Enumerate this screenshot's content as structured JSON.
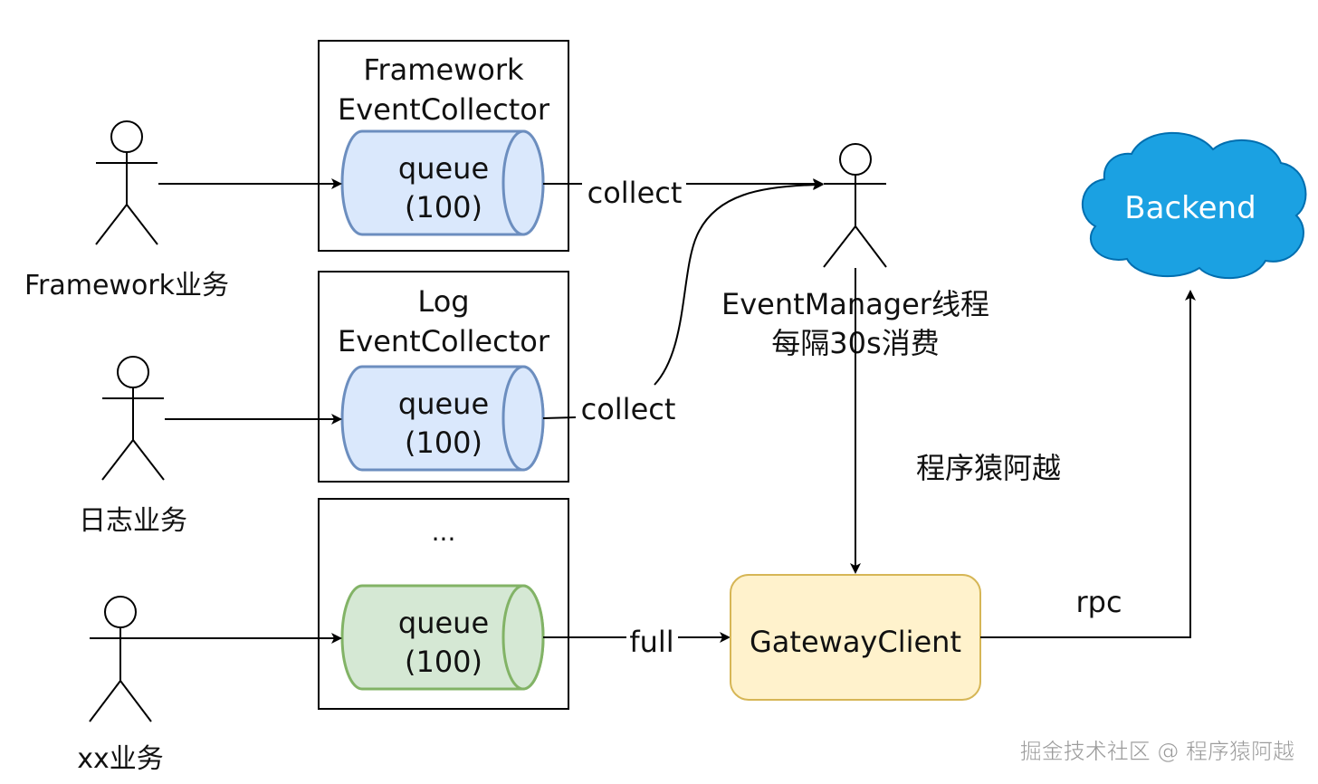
{
  "actors": {
    "framework": "Framework业务",
    "log": "日志业务",
    "xx": "xx业务",
    "event_manager_line1": "EventManager线程",
    "event_manager_line2": "每隔30s消费"
  },
  "collectors": [
    {
      "title_line1": "Framework",
      "title_line2": "EventCollector",
      "queue_line1": "queue",
      "queue_line2": "(100)",
      "color": "blue"
    },
    {
      "title_line1": "Log",
      "title_line2": "EventCollector",
      "queue_line1": "queue",
      "queue_line2": "(100)",
      "color": "blue"
    },
    {
      "title_line1": "...",
      "title_line2": "",
      "queue_line1": "queue",
      "queue_line2": "(100)",
      "color": "green"
    }
  ],
  "edge_labels": {
    "collect_1": "collect",
    "collect_2": "collect",
    "full": "full",
    "rpc": "rpc"
  },
  "nodes": {
    "gateway_client": "GatewayClient",
    "backend": "Backend"
  },
  "annotation": "程序猿阿越",
  "watermark": "掘金技术社区 @ 程序猿阿越",
  "colors": {
    "queue_blue_fill": "#dae8fc",
    "queue_blue_stroke": "#6c8ebf",
    "queue_green_fill": "#d5e8d4",
    "queue_green_stroke": "#82b366",
    "gateway_fill": "#fff2cc",
    "gateway_stroke": "#d6b656",
    "backend_fill": "#1ba1e2",
    "backend_stroke": "#006eaf"
  }
}
